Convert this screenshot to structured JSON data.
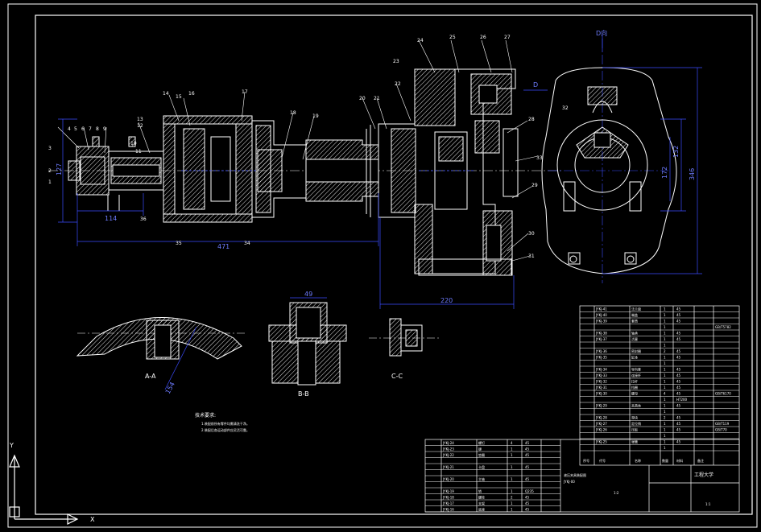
{
  "colors": {
    "background": "#000000",
    "line": "#ffffff",
    "dimension": "#3b4dff",
    "hatch": "#ffffff"
  },
  "main_view": {
    "part_numbers": [
      "1",
      "2",
      "3",
      "4",
      "5",
      "6",
      "7",
      "8",
      "9",
      "10",
      "11",
      "12",
      "13",
      "14",
      "15",
      "16",
      "17",
      "18",
      "19",
      "20",
      "21",
      "22",
      "23",
      "24",
      "25",
      "26",
      "27",
      "28",
      "29",
      "30",
      "31",
      "32",
      "33",
      "34",
      "35",
      "36"
    ],
    "dimensions": {
      "overall_length": "471",
      "left_width": "114",
      "left_height": "127",
      "right_width": "220"
    }
  },
  "side_view": {
    "view_label": "D向",
    "arrow_label": "D",
    "dim_1": "132",
    "dim_2": "172",
    "dim_3": "346"
  },
  "section_views": {
    "aa": {
      "label": "A-A",
      "dim": "154"
    },
    "bb": {
      "label": "B-B",
      "dim": "49"
    },
    "cc": {
      "label": "C-C"
    }
  },
  "notes": {
    "title": "技术要求:",
    "lines": [
      "1.装配前所有零件均需清洗干净。",
      "2.装配后各运动部件应灵活可靠。"
    ]
  },
  "parts_list_upper": {
    "rows": [
      {
        "code": "JYKJ-41",
        "name": "法兰盘",
        "qty": "1",
        "material": "45",
        "note": ""
      },
      {
        "code": "JYKJ-40",
        "name": "端盖",
        "qty": "1",
        "material": "45",
        "note": ""
      },
      {
        "code": "JYKJ-39",
        "name": "套筒",
        "qty": "1",
        "material": "45",
        "note": ""
      },
      {
        "code": "",
        "name": "",
        "qty": "1",
        "material": "",
        "note": "GB/T5782"
      },
      {
        "code": "JYKJ-38",
        "name": "轴承",
        "qty": "1",
        "material": "45",
        "note": ""
      },
      {
        "code": "JYKJ-37",
        "name": "活塞",
        "qty": "1",
        "material": "45",
        "note": ""
      },
      {
        "code": "",
        "name": "",
        "qty": "1",
        "material": "",
        "note": ""
      },
      {
        "code": "JYKJ-36",
        "name": "密封圈",
        "qty": "2",
        "material": "45",
        "note": ""
      },
      {
        "code": "JYKJ-35",
        "name": "缸体",
        "qty": "1",
        "material": "45",
        "note": ""
      },
      {
        "code": "",
        "name": "",
        "qty": "1",
        "material": "",
        "note": ""
      },
      {
        "code": "JYKJ-34",
        "name": "导向套",
        "qty": "1",
        "material": "45",
        "note": ""
      },
      {
        "code": "JYKJ-33",
        "name": "连接杆",
        "qty": "1",
        "material": "45",
        "note": ""
      },
      {
        "code": "JYKJ-32",
        "name": "拉杆",
        "qty": "1",
        "material": "45",
        "note": ""
      },
      {
        "code": "JYKJ-31",
        "name": "挡圈",
        "qty": "1",
        "material": "45",
        "note": ""
      },
      {
        "code": "JYKJ-30",
        "name": "螺母",
        "qty": "4",
        "material": "45",
        "note": "GB/T6170"
      },
      {
        "code": "",
        "name": "",
        "qty": "1",
        "material": "HT200",
        "note": ""
      },
      {
        "code": "JYKJ-29",
        "name": "夹具体",
        "qty": "1",
        "material": "45",
        "note": ""
      },
      {
        "code": "",
        "name": "",
        "qty": "1",
        "material": "",
        "note": ""
      },
      {
        "code": "JYKJ-28",
        "name": "滑块",
        "qty": "2",
        "material": "45",
        "note": ""
      },
      {
        "code": "JYKJ-27",
        "name": "定位销",
        "qty": "1",
        "material": "45",
        "note": "GB/T119"
      },
      {
        "code": "JYKJ-26",
        "name": "压板",
        "qty": "1",
        "material": "45",
        "note": "GB/T70"
      },
      {
        "code": "",
        "name": "",
        "qty": "1",
        "material": "",
        "note": ""
      },
      {
        "code": "JYKJ-25",
        "name": "弹簧",
        "qty": "1",
        "material": "45",
        "note": ""
      },
      {
        "code": "",
        "name": "",
        "qty": "1",
        "material": "",
        "note": ""
      }
    ],
    "header": {
      "no": "序号",
      "code": "代号",
      "name": "名称",
      "qty": "数量",
      "material": "材料",
      "note": "备注"
    }
  },
  "parts_list_lower": {
    "rows": [
      {
        "code": "JYKJ-24",
        "name": "螺钉",
        "qty": "4",
        "material": "45"
      },
      {
        "code": "JYKJ-23",
        "name": "键",
        "qty": "1",
        "material": "45"
      },
      {
        "code": "JYKJ-22",
        "name": "垫圈",
        "qty": "1",
        "material": "45"
      },
      {
        "code": "",
        "name": "",
        "qty": "",
        "material": ""
      },
      {
        "code": "JYKJ-21",
        "name": "卡盘",
        "qty": "1",
        "material": "45"
      },
      {
        "code": "",
        "name": "",
        "qty": "",
        "material": ""
      },
      {
        "code": "JYKJ-20",
        "name": "主轴",
        "qty": "1",
        "material": "45"
      },
      {
        "code": "",
        "name": "",
        "qty": "",
        "material": ""
      },
      {
        "code": "JYKJ-19",
        "name": "销",
        "qty": "1",
        "material": "Q235"
      },
      {
        "code": "JYKJ-18",
        "name": "螺栓",
        "qty": "2",
        "material": "45"
      },
      {
        "code": "JYKJ-17",
        "name": "支架",
        "qty": "1",
        "material": "45"
      },
      {
        "code": "JYKJ-16",
        "name": "底座",
        "qty": "1",
        "material": "45"
      }
    ]
  },
  "title_block": {
    "drawing_name": "液压夹具装配图",
    "drawing_no": "JYKJ-00",
    "school": "工程大学",
    "scale": "1:2",
    "sheet": "1:1"
  },
  "ucs": {
    "y_label": "Y",
    "x_label": "X"
  }
}
